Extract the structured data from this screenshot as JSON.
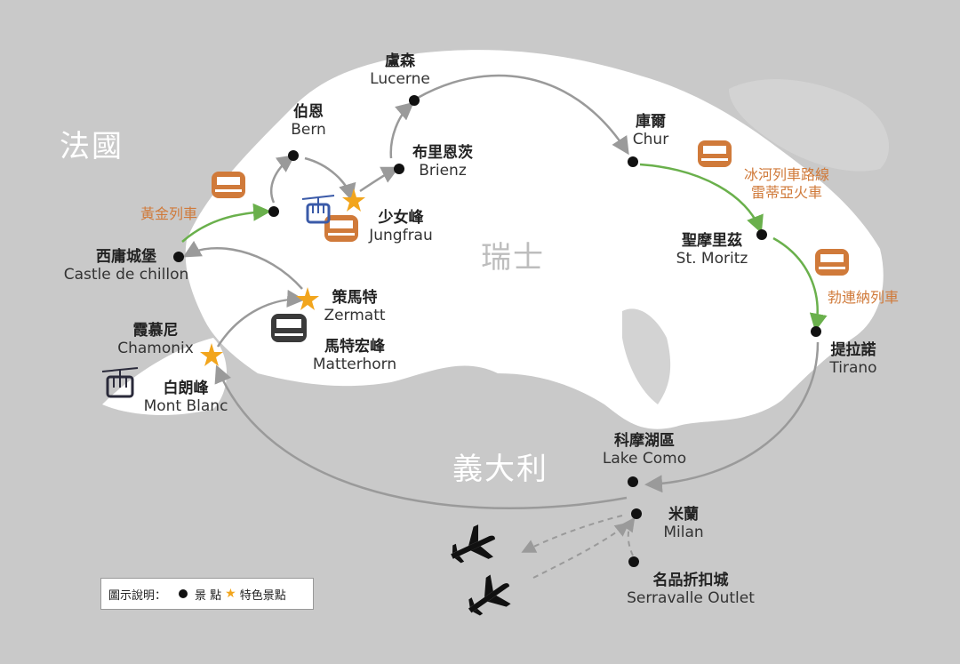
{
  "countries": {
    "france": "法國",
    "switzerland": "瑞士",
    "italy": "義大利"
  },
  "places": {
    "lucerne": {
      "zh": "盧森",
      "en": "Lucerne"
    },
    "bern": {
      "zh": "伯恩",
      "en": "Bern"
    },
    "brienz": {
      "zh": "布里恩茨",
      "en": "Brienz"
    },
    "jungfrau": {
      "zh": "少女峰",
      "en": "Jungfrau"
    },
    "chur": {
      "zh": "庫爾",
      "en": "Chur"
    },
    "st_moritz": {
      "zh": "聖摩里茲",
      "en": "St. Moritz"
    },
    "tirano": {
      "zh": "提拉諾",
      "en": "Tirano"
    },
    "chillon": {
      "zh": "西庸城堡",
      "en": "Castle de chillon"
    },
    "zermatt": {
      "zh": "策馬特",
      "en": "Zermatt"
    },
    "matterhorn": {
      "zh": "馬特宏峰",
      "en": "Matterhorn"
    },
    "chamonix": {
      "zh": "霞慕尼",
      "en": "Chamonix"
    },
    "mont_blanc": {
      "zh": "白朗峰",
      "en": "Mont Blanc"
    },
    "lake_como": {
      "zh": "科摩湖區",
      "en": "Lake Como"
    },
    "milan": {
      "zh": "米蘭",
      "en": "Milan"
    },
    "serravalle": {
      "zh": "名品折扣城",
      "en": "Serravalle Outlet"
    }
  },
  "trains": {
    "golden_pass": "黃金列車",
    "glacier_line1": "冰河列車路線",
    "glacier_line2": "雷蒂亞火車",
    "bernina": "勃連納列車"
  },
  "legend": {
    "title": "圖示說明：",
    "dot_label": "景 點",
    "star_label": "特色景點"
  },
  "colors": {
    "route_gray": "#9a9a9a",
    "route_green": "#6ab04c",
    "train_orange": "#d07a3a",
    "star": "#f2a51c",
    "cablecar_blue": "#3a5aa8"
  },
  "icons": [
    "train-icon",
    "cable-car-icon",
    "airplane-icon",
    "star-icon"
  ]
}
